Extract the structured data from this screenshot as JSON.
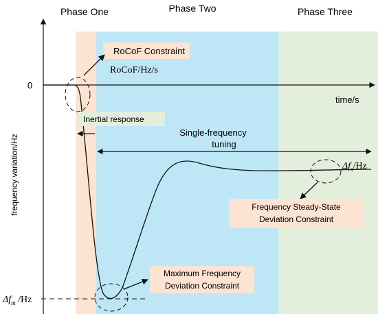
{
  "phases": {
    "one": "Phase One",
    "two": "Phase Two",
    "three": "Phase Three"
  },
  "axes": {
    "y_label": "frequency variation/Hz",
    "x_label": "time/s",
    "zero": "0",
    "delta_fm_prefix": "Δf",
    "delta_fm_sub": "m",
    "delta_fm_suffix": " /Hz",
    "delta_fs_prefix": "Δf",
    "delta_fs_sub": "s",
    "delta_fs_suffix": "/Hz"
  },
  "annotations": {
    "rocof_constraint": "RoCoF Constraint",
    "rocof_unit": "RoCoF/Hz/s",
    "inertial_response": "Inertial response",
    "single_freq_line1": "Single-frequency",
    "single_freq_line2": "tuning",
    "steady_state_line1": "Frequency Steady-State",
    "steady_state_line2": "Deviation Constraint",
    "max_dev_line1": "Maximum Frequency",
    "max_dev_line2": "Deviation Constraint"
  },
  "colors": {
    "phase_one_bg": "#fde3d2",
    "phase_two_bg": "#bde7f7",
    "phase_three_bg": "#e3eedc",
    "annotation_box": "#fde3d2",
    "inertial_box": "#e3efdc",
    "line": "#111111"
  }
}
